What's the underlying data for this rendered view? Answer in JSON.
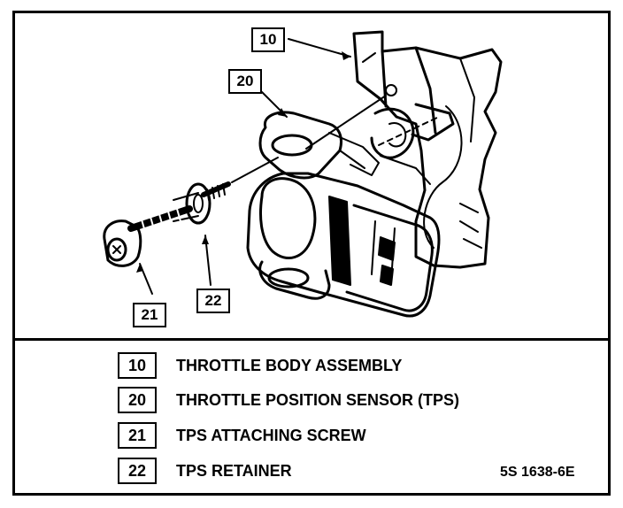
{
  "callouts": {
    "c10": "10",
    "c20": "20",
    "c21": "21",
    "c22": "22"
  },
  "legend": [
    {
      "num": "10",
      "label": "THROTTLE BODY ASSEMBLY"
    },
    {
      "num": "20",
      "label": "THROTTLE POSITION SENSOR (TPS)"
    },
    {
      "num": "21",
      "label": "TPS ATTACHING SCREW"
    },
    {
      "num": "22",
      "label": "TPS RETAINER"
    }
  ],
  "figure_code": "5S 1638-6E",
  "colors": {
    "ink": "#000000",
    "paper": "#ffffff"
  }
}
